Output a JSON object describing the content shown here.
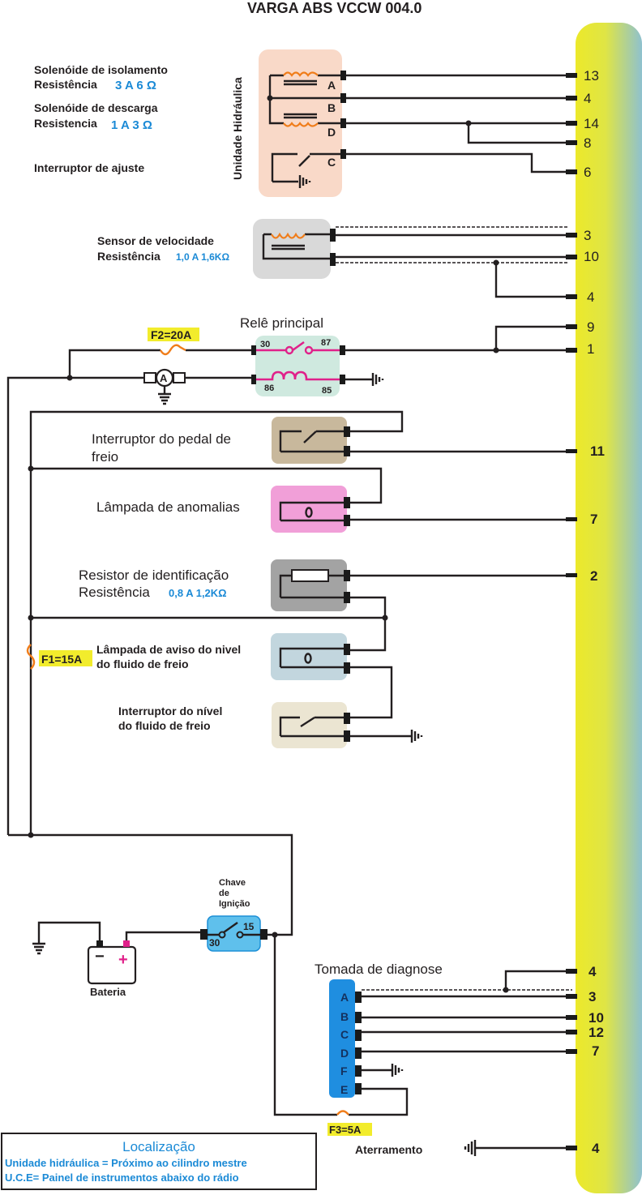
{
  "title": "VARGA ABS VCCW 004.0",
  "ecu_pins": {
    "p13": "13",
    "p4a": "4",
    "p14": "14",
    "p8": "8",
    "p6": "6",
    "p3a": "3",
    "p10a": "10",
    "p4b": "4",
    "p9": "9",
    "p1": "1",
    "p11": "11",
    "p7a": "7",
    "p2": "2",
    "p4c": "4",
    "p3b": "3",
    "p10b": "10",
    "p12": "12",
    "p7b": "7",
    "p4d": "4"
  },
  "hydraulic_unit": {
    "label": "Unidade Hidráulica",
    "isolation_solenoid": "Solenóide de isolamento",
    "isolation_resistance_label": "Resistência",
    "isolation_resistance_value": "3 A 6 Ω",
    "discharge_solenoid": "Solenóide de descarga",
    "discharge_resistance_label": "Resistencia",
    "discharge_resistance_value": "1 A 3 Ω",
    "adjust_switch": "Interruptor de ajuste",
    "terminals": {
      "a": "A",
      "b": "B",
      "d": "D",
      "c": "C"
    }
  },
  "speed_sensor": {
    "label": "Sensor de velocidade",
    "resistance_label": "Resistência",
    "resistance_value": "1,0 A 1,6KΩ"
  },
  "main_relay": {
    "label": "Relê principal",
    "terminals": {
      "t30": "30",
      "t87": "87",
      "t86": "86",
      "t85": "85"
    },
    "fuse": "F2=20A",
    "ammeter": "A"
  },
  "brake_pedal_switch": {
    "label_line1": "Interruptor do pedal de",
    "label_line2": "freio"
  },
  "fault_lamp": {
    "label": "Lâmpada de anomalias"
  },
  "id_resistor": {
    "label": "Resistor de identificação",
    "resistance_label": "Resistência",
    "resistance_value": "0,8 A 1,2KΩ"
  },
  "fluid_warning_lamp": {
    "label_line1": "Lâmpada de aviso do nivel",
    "label_line2": "do fluido de freio",
    "fuse": "F1=15A"
  },
  "fluid_level_switch": {
    "label_line1": "Interruptor do nível",
    "label_line2": "do fluido de freio"
  },
  "battery": {
    "label": "Bateria",
    "minus": "−",
    "plus": "+"
  },
  "ignition_switch": {
    "label_line1": "Chave",
    "label_line2": "de",
    "label_line3": "Ignição",
    "t30": "30",
    "t15": "15"
  },
  "diagnostic_socket": {
    "label": "Tomada de diagnose",
    "pins": {
      "a": "A",
      "b": "B",
      "c": "C",
      "d": "D",
      "f": "F",
      "e": "E"
    },
    "fuse": "F3=5A"
  },
  "ground": {
    "label": "Aterramento"
  },
  "location_box": {
    "title": "Localização",
    "line1": "Unidade hidráulica = Próximo ao cilindro mestre",
    "line2": "U.C.E= Painel de instrumentos abaixo do rádio"
  },
  "colors": {
    "ecu_gradient_start": "#ece92a",
    "ecu_gradient_end": "#8ec1cf",
    "hydraulic_box": "#f9d9c8",
    "speed_sensor_box": "#d9d9d9",
    "relay_box": "#cfe9df",
    "brake_switch_box": "#c8b89c",
    "fault_lamp_box": "#f19fd8",
    "id_resistor_box": "#a3a3a3",
    "fluid_lamp_box": "#c2d6de",
    "fluid_switch_box": "#ebe5d2",
    "ignition_box": "#5fc0ec",
    "diag_box": "#1f8ee0",
    "resistance_text": "#1b8ad6",
    "fuse_highlight": "#f2ec2c",
    "coil": "#f07d1a",
    "relay_wire": "#e0218a"
  }
}
